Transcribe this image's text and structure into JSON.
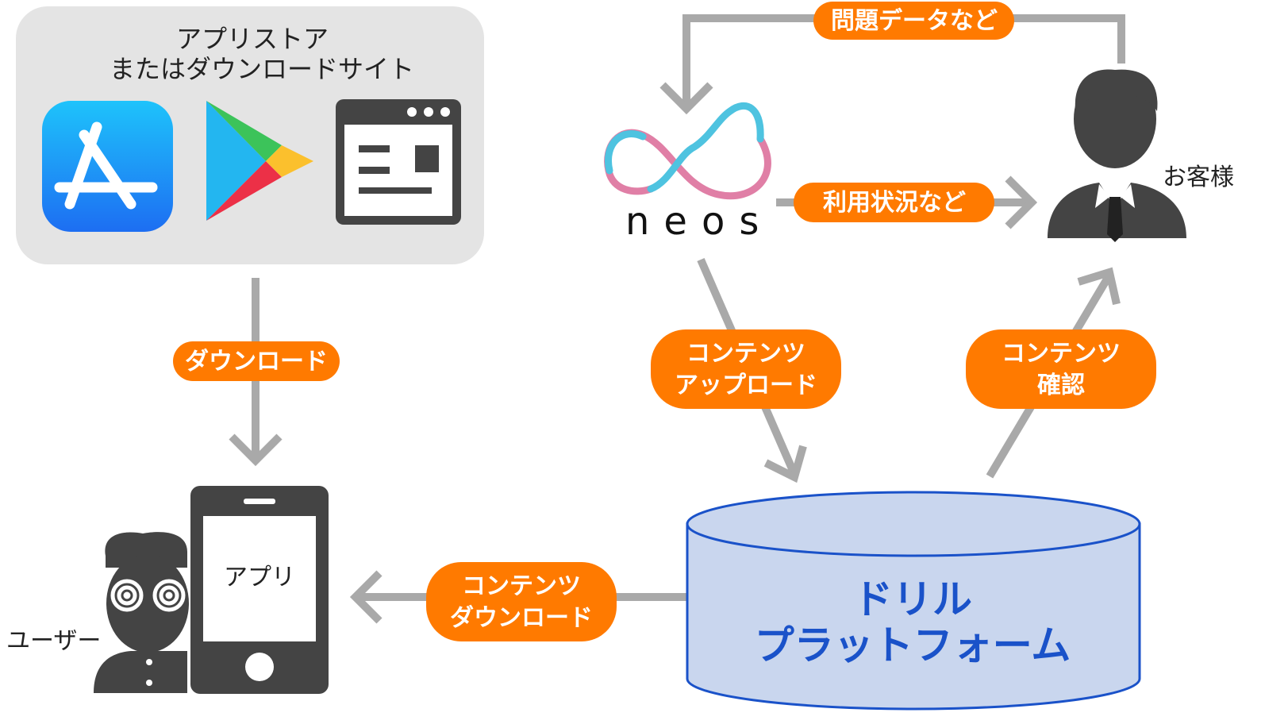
{
  "store_box": {
    "title_line1": "アプリストア",
    "title_line2": "またはダウンロードサイト",
    "icons": [
      "app-store-icon",
      "google-play-icon",
      "web-browser-icon"
    ]
  },
  "labels": {
    "download": "ダウンロード",
    "problem_data": "問題データなど",
    "usage_status": "利用状況など",
    "content_upload_line1": "コンテンツ",
    "content_upload_line2": "アップロード",
    "content_check_line1": "コンテンツ",
    "content_check_line2": "確認",
    "content_download_line1": "コンテンツ",
    "content_download_line2": "ダウンロード"
  },
  "nodes": {
    "neos_logo_text": "neos",
    "customer": "お客様",
    "user": "ユーザー",
    "app": "アプリ",
    "drill_line1": "ドリル",
    "drill_line2": "プラットフォーム"
  },
  "colors": {
    "pill": "#ff7a00",
    "arrow": "#a9a9a9",
    "cylinder_fill": "#c9d6ee",
    "cylinder_stroke": "#1a52c9",
    "drill_text": "#1a52c9",
    "store_bg": "#e4e4e4",
    "dark_icon": "#444444",
    "neos_blue": "#4ec3e0",
    "neos_pink": "#e07fa6"
  }
}
